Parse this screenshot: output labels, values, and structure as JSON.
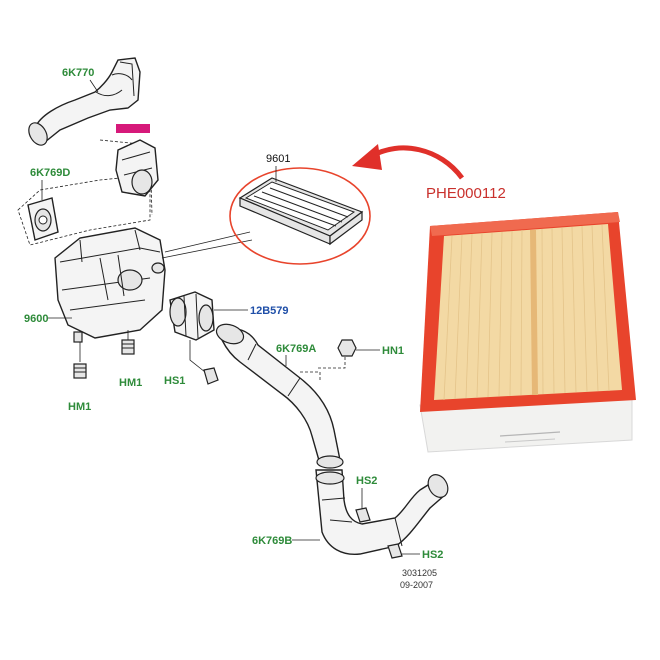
{
  "labels": {
    "p6k770": "6K770",
    "p6k769d": "6K769D",
    "p9601": "9601",
    "p9600": "9600",
    "p12b579": "12B579",
    "p6k769a": "6K769A",
    "hn1": "HN1",
    "hm1_left": "HM1",
    "hm1_mid": "HM1",
    "hs1": "HS1",
    "hs2_top": "HS2",
    "hs2_bottom": "HS2",
    "p6k769b": "6K769B",
    "drawing_number": "3031205",
    "drawing_date": "09-2007",
    "part_number": "PHE000112"
  },
  "colors": {
    "callout_red": "#e0302a",
    "highlight_magenta": "#d6197a",
    "filter_frame_red": "#e8442c",
    "filter_media": "#f3d9a4",
    "label_green": "#2e8b3a",
    "label_blue": "#1f4fa8"
  },
  "icons": {
    "callout_arrow": "curved-arrow-icon",
    "product_photo": "air-filter-photo"
  }
}
